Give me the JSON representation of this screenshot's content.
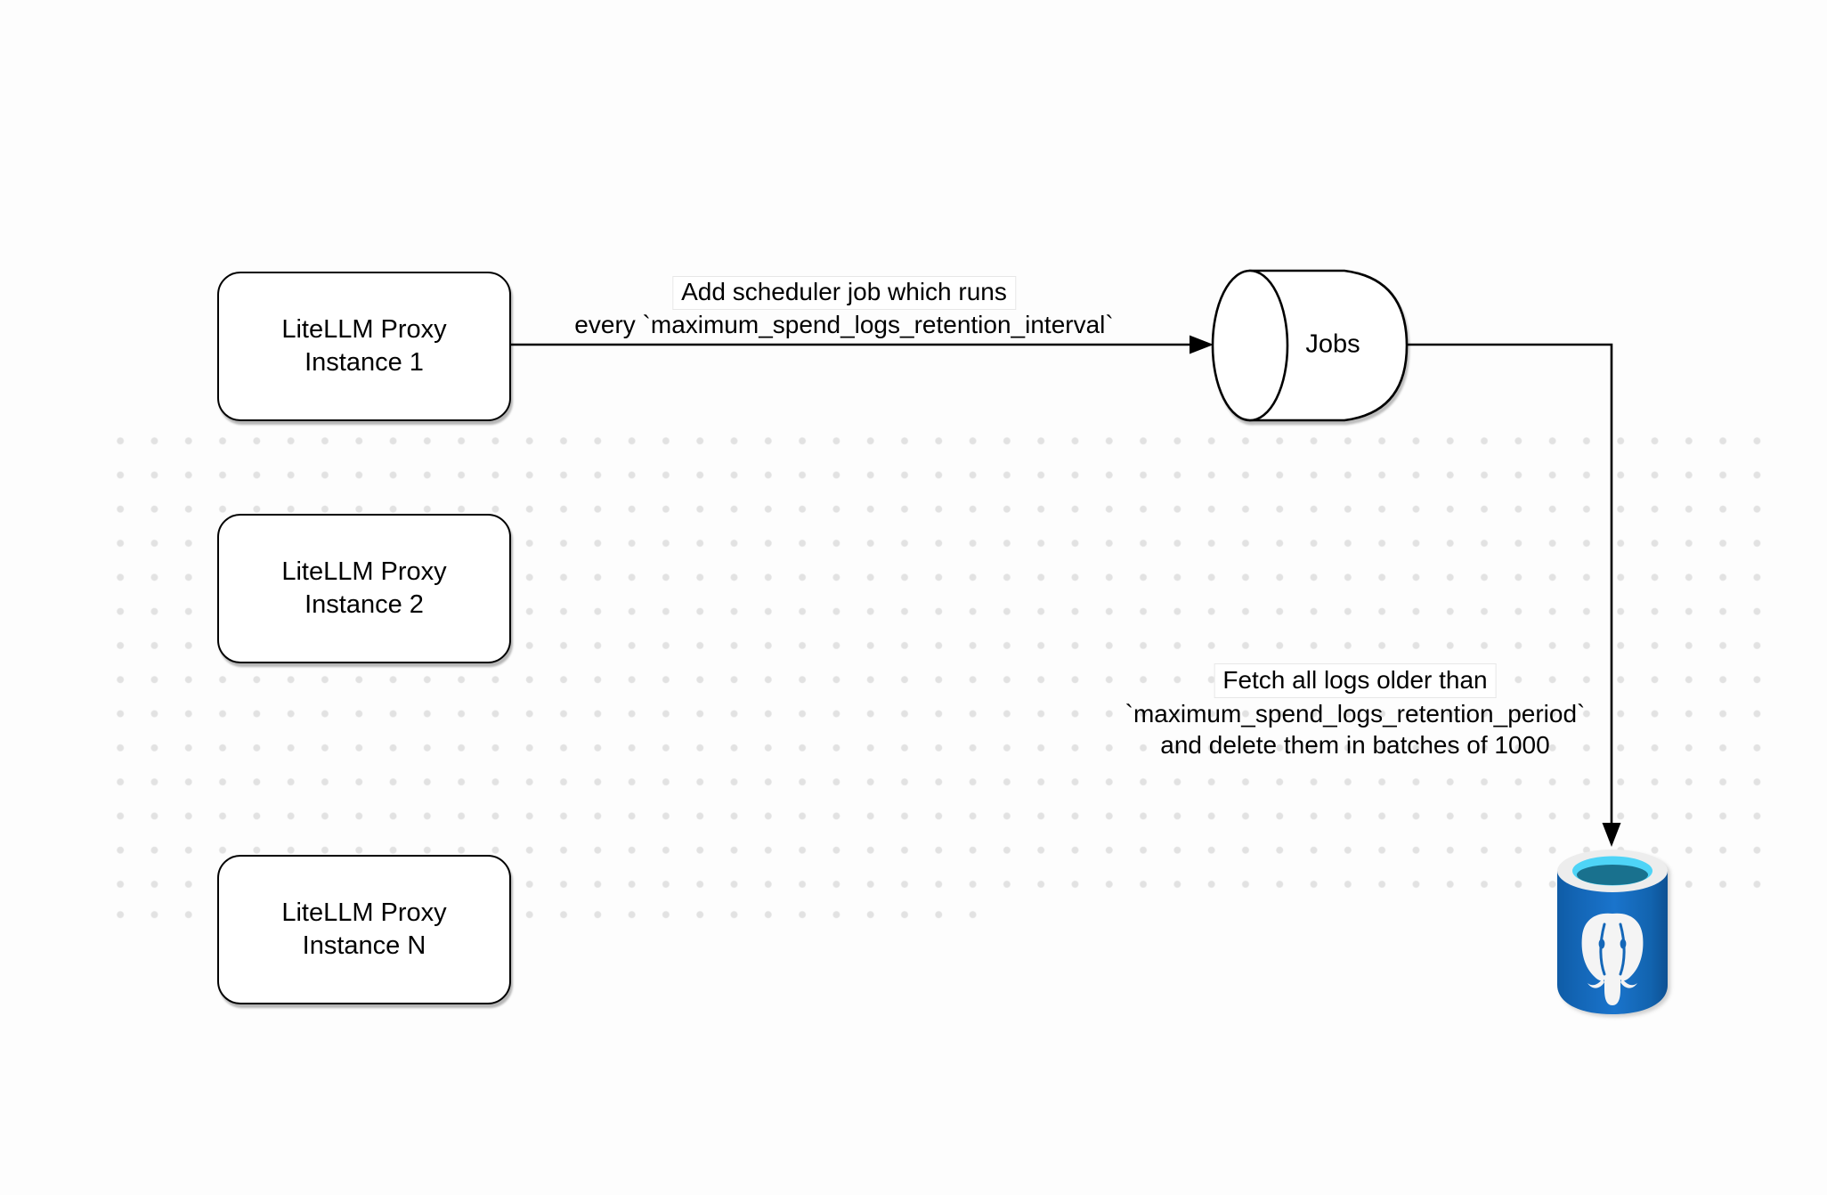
{
  "diagram": {
    "title": "LiteLLM spend logs cleanup scheduler diagram",
    "nodes": {
      "proxy_instances": [
        {
          "line1": "LiteLLM Proxy",
          "line2": "Instance 1"
        },
        {
          "line1": "LiteLLM Proxy",
          "line2": "Instance 2"
        },
        {
          "line1": "LiteLLM Proxy",
          "line2": "Instance N"
        }
      ],
      "jobs_queue": {
        "label": "Jobs",
        "shape": "horizontal-cylinder"
      },
      "postgres_db": {
        "icon": "postgresql-database-icon"
      }
    },
    "edges": {
      "scheduler": {
        "from": "proxy-instance-1",
        "to": "jobs-queue",
        "label_line1": "Add scheduler job which runs",
        "label_line2": "every `maximum_spend_logs_retention_interval`"
      },
      "fetch_delete": {
        "from": "jobs-queue",
        "to": "postgres-db",
        "label_line1": "Fetch all logs older than",
        "label_line2": "`maximum_spend_logs_retention_period`",
        "label_line3": "and delete them in batches of 1000"
      }
    },
    "colors": {
      "stroke": "#000000",
      "dot_grid": "#e2e2e2",
      "postgres_body_blue": "#1a74cc",
      "postgres_rim": "#ededed",
      "postgres_cyan": "#4ed4f7",
      "postgres_teal": "#19718e",
      "elephant_white": "#f4f4f4"
    }
  }
}
